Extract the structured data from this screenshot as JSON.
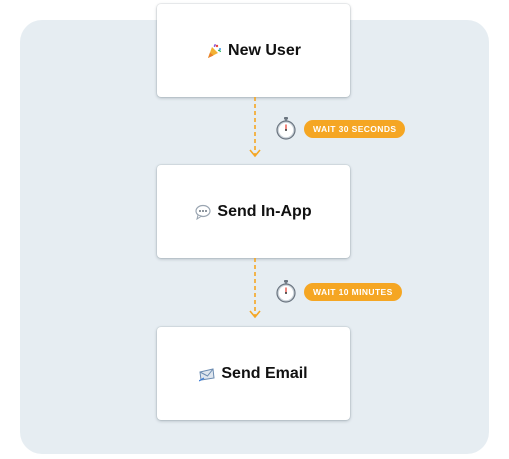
{
  "nodes": [
    {
      "label": "New User",
      "icon": "party-popper-icon"
    },
    {
      "label": "Send In-App",
      "icon": "speech-bubble-icon"
    },
    {
      "label": "Send Email",
      "icon": "incoming-envelope-icon"
    }
  ],
  "delays": [
    {
      "label": "WAIT 30 SECONDS",
      "icon": "stopwatch-icon"
    },
    {
      "label": "WAIT 10 MINUTES",
      "icon": "stopwatch-icon"
    }
  ],
  "colors": {
    "panel": "#e6edf2",
    "connector": "#f5a623",
    "badge": "#f5a623"
  }
}
